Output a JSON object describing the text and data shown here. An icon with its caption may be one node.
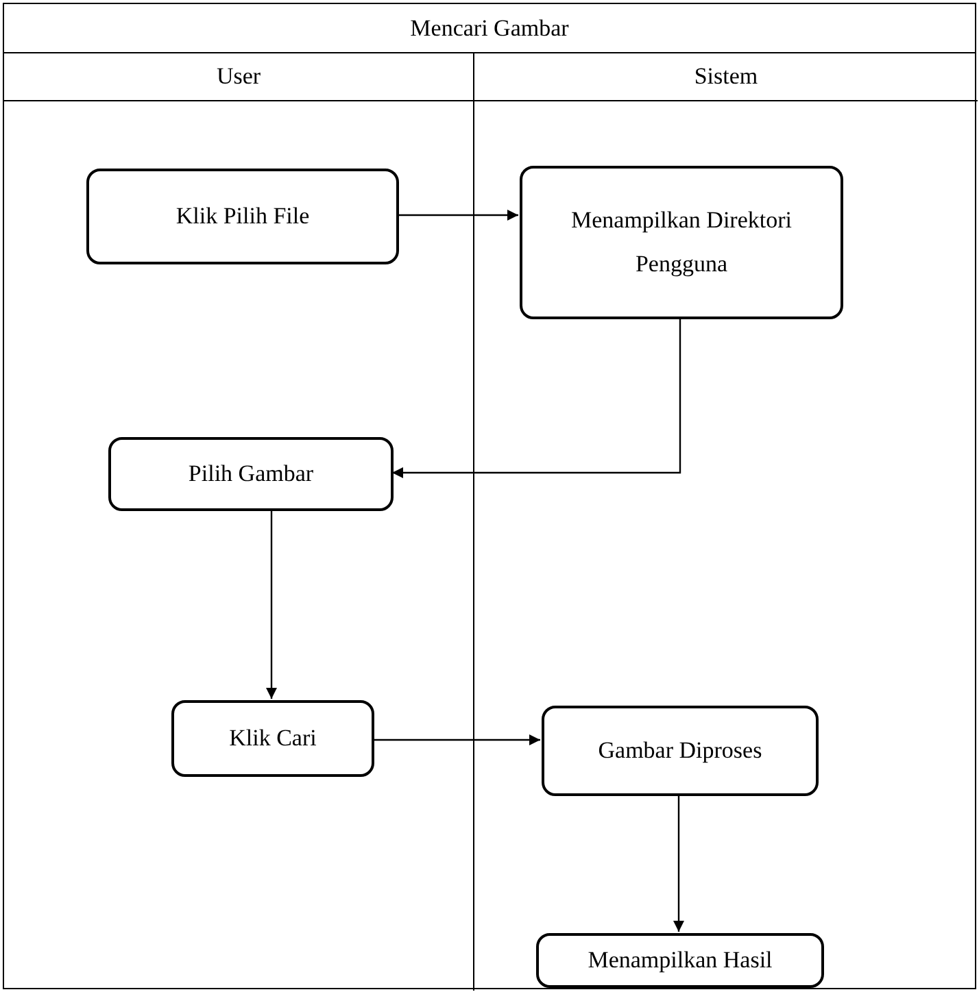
{
  "diagram": {
    "nodes": [
      {
        "text": [
          "Mencari Gambar"
        ]
      },
      {
        "text": [
          "User"
        ],
        "in": 0
      },
      {
        "text": [
          "Sistem"
        ],
        "in": 0
      },
      {
        "text": [
          "Klik Pilih File"
        ],
        "in": 1
      },
      {
        "text": [
          "Menampilkan Direktori Pengguna"
        ],
        "in": 2
      },
      {
        "text": [
          "Pilih Gambar"
        ],
        "in": 1
      },
      {
        "text": [
          "Klik Cari"
        ],
        "in": 1
      },
      {
        "text": [
          "Gambar Diproses"
        ],
        "in": 2
      },
      {
        "text": [
          "Menampilkan Hasil"
        ],
        "in": 2
      }
    ],
    "edges": [
      {
        "from": 3,
        "to": 4,
        "arrow": "to"
      },
      {
        "from": 4,
        "to": 5,
        "arrow": "to"
      },
      {
        "from": 5,
        "to": 6,
        "arrow": "to"
      },
      {
        "from": 6,
        "to": 7,
        "arrow": "to"
      },
      {
        "from": 7,
        "to": 8,
        "arrow": "to"
      }
    ]
  }
}
